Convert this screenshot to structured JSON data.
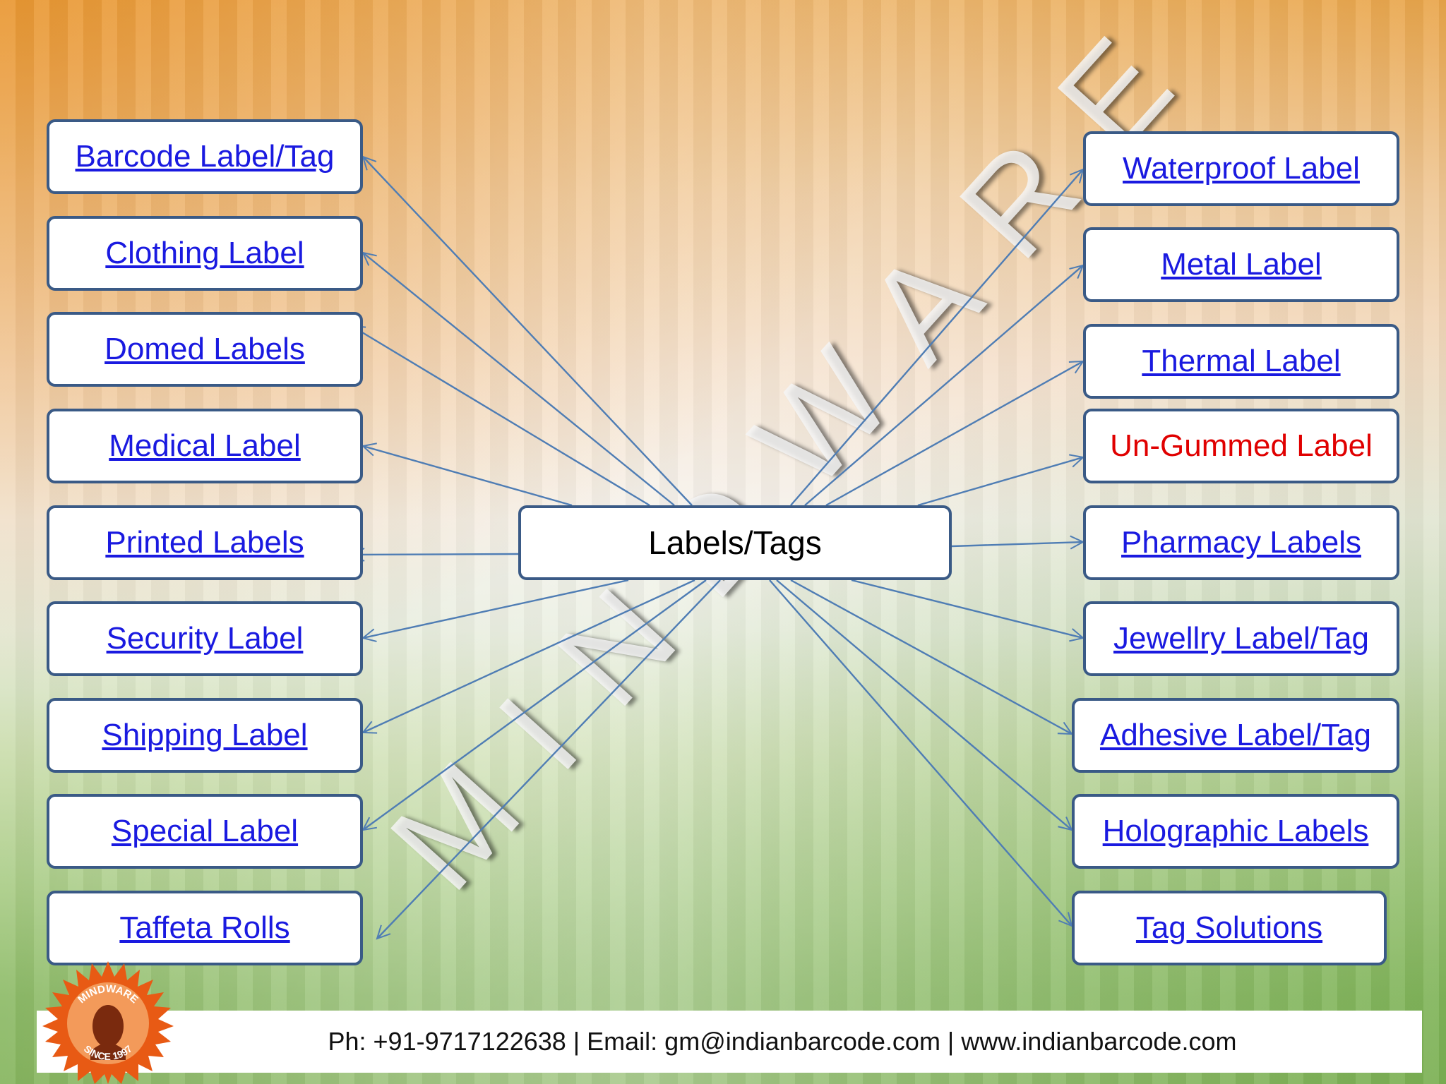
{
  "center": {
    "label": "Labels/Tags"
  },
  "left_items": [
    {
      "label": "Barcode Label/Tag"
    },
    {
      "label": "Clothing Label"
    },
    {
      "label": "Domed Labels"
    },
    {
      "label": "Medical Label"
    },
    {
      "label": "Printed Labels"
    },
    {
      "label": "Security Label"
    },
    {
      "label": "Shipping Label"
    },
    {
      "label": "Special Label"
    },
    {
      "label": "Taffeta Rolls"
    }
  ],
  "right_items": [
    {
      "label": "Waterproof Label"
    },
    {
      "label": "Metal Label"
    },
    {
      "label": "Thermal Label"
    },
    {
      "label": "Un-Gummed Label"
    },
    {
      "label": "Pharmacy Labels"
    },
    {
      "label": "Jewellry Label/Tag"
    },
    {
      "label": "Adhesive Label/Tag"
    },
    {
      "label": "Holographic Labels"
    },
    {
      "label": "Tag Solutions"
    }
  ],
  "watermark": {
    "text": "MINDWARE"
  },
  "footer": {
    "contact": "Ph:  +91-9717122638 |  Email: gm@indianbarcode.com | www.indianbarcode.com"
  },
  "logo": {
    "top_text": "MINDWARE",
    "bottom_text": "SINCE 1997"
  },
  "colors": {
    "node_border": "#3a5a86",
    "link": "#1a1ae0",
    "highlight": "#e00000",
    "connector": "#4f7db4",
    "logo": "#e85a14"
  }
}
